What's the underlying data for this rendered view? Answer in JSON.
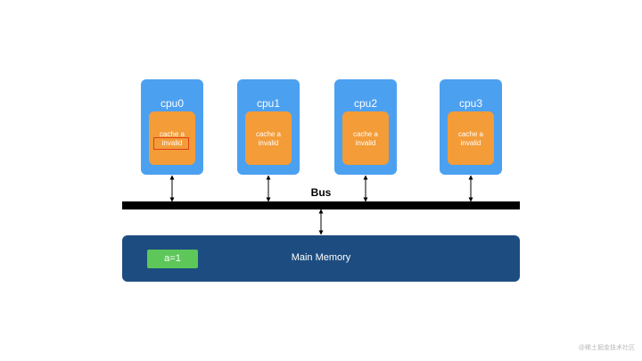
{
  "cpus": [
    {
      "label": "cpu0",
      "cache_line1": "cache a",
      "cache_line2": "invalid"
    },
    {
      "label": "cpu1",
      "cache_line1": "cache a",
      "cache_line2": "invalid"
    },
    {
      "label": "cpu2",
      "cache_line1": "cache a",
      "cache_line2": "invalid"
    },
    {
      "label": "cpu3",
      "cache_line1": "cache a",
      "cache_line2": "invalid"
    }
  ],
  "bus": {
    "label": "Bus"
  },
  "memory": {
    "label": "Main Memory",
    "value": "a=1"
  },
  "watermark": "@稀土掘金技术社区",
  "colors": {
    "cpu": "#4ca0f0",
    "cache": "#f39c38",
    "highlight_border": "#e0401a",
    "memory": "#1d4d80",
    "value_box": "#5dc75a",
    "bus": "#000000"
  }
}
